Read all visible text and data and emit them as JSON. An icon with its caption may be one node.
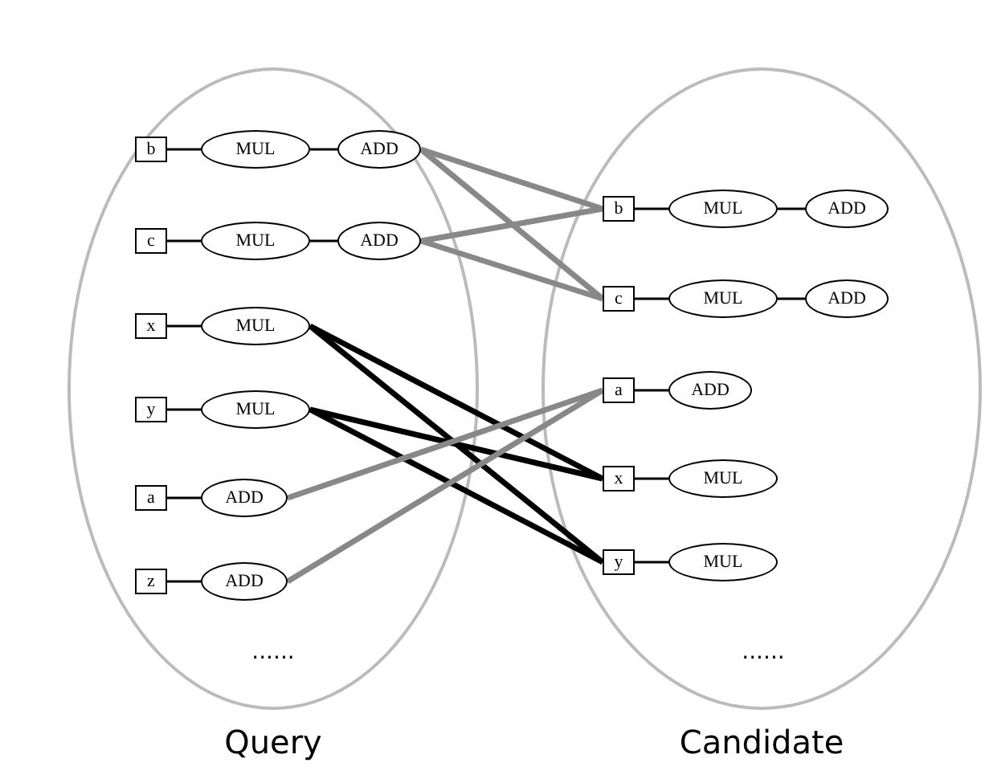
{
  "diagram": {
    "nodes": [
      {
        "text": [
          "Query"
        ]
      },
      {
        "text": [
          "b"
        ],
        "in": 0
      },
      {
        "text": [
          "MUL"
        ],
        "in": 0
      },
      {
        "text": [
          "ADD"
        ],
        "in": 0
      },
      {
        "text": [
          "c"
        ],
        "in": 0
      },
      {
        "text": [
          "MUL"
        ],
        "in": 0
      },
      {
        "text": [
          "ADD"
        ],
        "in": 0
      },
      {
        "text": [
          "x"
        ],
        "in": 0
      },
      {
        "text": [
          "MUL"
        ],
        "in": 0
      },
      {
        "text": [
          "y"
        ],
        "in": 0
      },
      {
        "text": [
          "MUL"
        ],
        "in": 0
      },
      {
        "text": [
          "a"
        ],
        "in": 0
      },
      {
        "text": [
          "ADD"
        ],
        "in": 0
      },
      {
        "text": [
          "z"
        ],
        "in": 0
      },
      {
        "text": [
          "ADD"
        ],
        "in": 0
      },
      {
        "text": [
          "Candidate"
        ]
      },
      {
        "text": [
          "b"
        ],
        "in": 15
      },
      {
        "text": [
          "MUL"
        ],
        "in": 15
      },
      {
        "text": [
          "ADD"
        ],
        "in": 15
      },
      {
        "text": [
          "c"
        ],
        "in": 15
      },
      {
        "text": [
          "MUL"
        ],
        "in": 15
      },
      {
        "text": [
          "ADD"
        ],
        "in": 15
      },
      {
        "text": [
          "a"
        ],
        "in": 15
      },
      {
        "text": [
          "ADD"
        ],
        "in": 15
      },
      {
        "text": [
          "x"
        ],
        "in": 15
      },
      {
        "text": [
          "MUL"
        ],
        "in": 15
      },
      {
        "text": [
          "y"
        ],
        "in": 15
      },
      {
        "text": [
          "MUL"
        ],
        "in": 15
      }
    ],
    "edges": [
      {
        "from": 1,
        "to": 2,
        "arrow": "none"
      },
      {
        "from": 2,
        "to": 3,
        "arrow": "none"
      },
      {
        "from": 4,
        "to": 5,
        "arrow": "none"
      },
      {
        "from": 5,
        "to": 6,
        "arrow": "none"
      },
      {
        "from": 7,
        "to": 8,
        "arrow": "none"
      },
      {
        "from": 9,
        "to": 10,
        "arrow": "none"
      },
      {
        "from": 11,
        "to": 12,
        "arrow": "none"
      },
      {
        "from": 13,
        "to": 14,
        "arrow": "none"
      },
      {
        "from": 16,
        "to": 17,
        "arrow": "none"
      },
      {
        "from": 17,
        "to": 18,
        "arrow": "none"
      },
      {
        "from": 19,
        "to": 20,
        "arrow": "none"
      },
      {
        "from": 20,
        "to": 21,
        "arrow": "none"
      },
      {
        "from": 22,
        "to": 23,
        "arrow": "none"
      },
      {
        "from": 24,
        "to": 25,
        "arrow": "none"
      },
      {
        "from": 26,
        "to": 27,
        "arrow": "none"
      },
      {
        "from": 3,
        "to": 16,
        "arrow": "none",
        "style": "thick",
        "color": "#888888"
      },
      {
        "from": 3,
        "to": 19,
        "arrow": "none",
        "style": "thick",
        "color": "#888888"
      },
      {
        "from": 6,
        "to": 16,
        "arrow": "none",
        "style": "thick",
        "color": "#888888"
      },
      {
        "from": 6,
        "to": 19,
        "arrow": "none",
        "style": "thick",
        "color": "#888888"
      },
      {
        "from": 8,
        "to": 24,
        "arrow": "none",
        "style": "thick"
      },
      {
        "from": 8,
        "to": 26,
        "arrow": "none",
        "style": "thick"
      },
      {
        "from": 10,
        "to": 24,
        "arrow": "none",
        "style": "thick"
      },
      {
        "from": 10,
        "to": 26,
        "arrow": "none",
        "style": "thick"
      },
      {
        "from": 12,
        "to": 22,
        "arrow": "none",
        "style": "thick",
        "color": "#888888"
      },
      {
        "from": 14,
        "to": 22,
        "arrow": "none",
        "style": "thick",
        "color": "#888888"
      }
    ],
    "labels": [
      "......",
      "......"
    ]
  }
}
